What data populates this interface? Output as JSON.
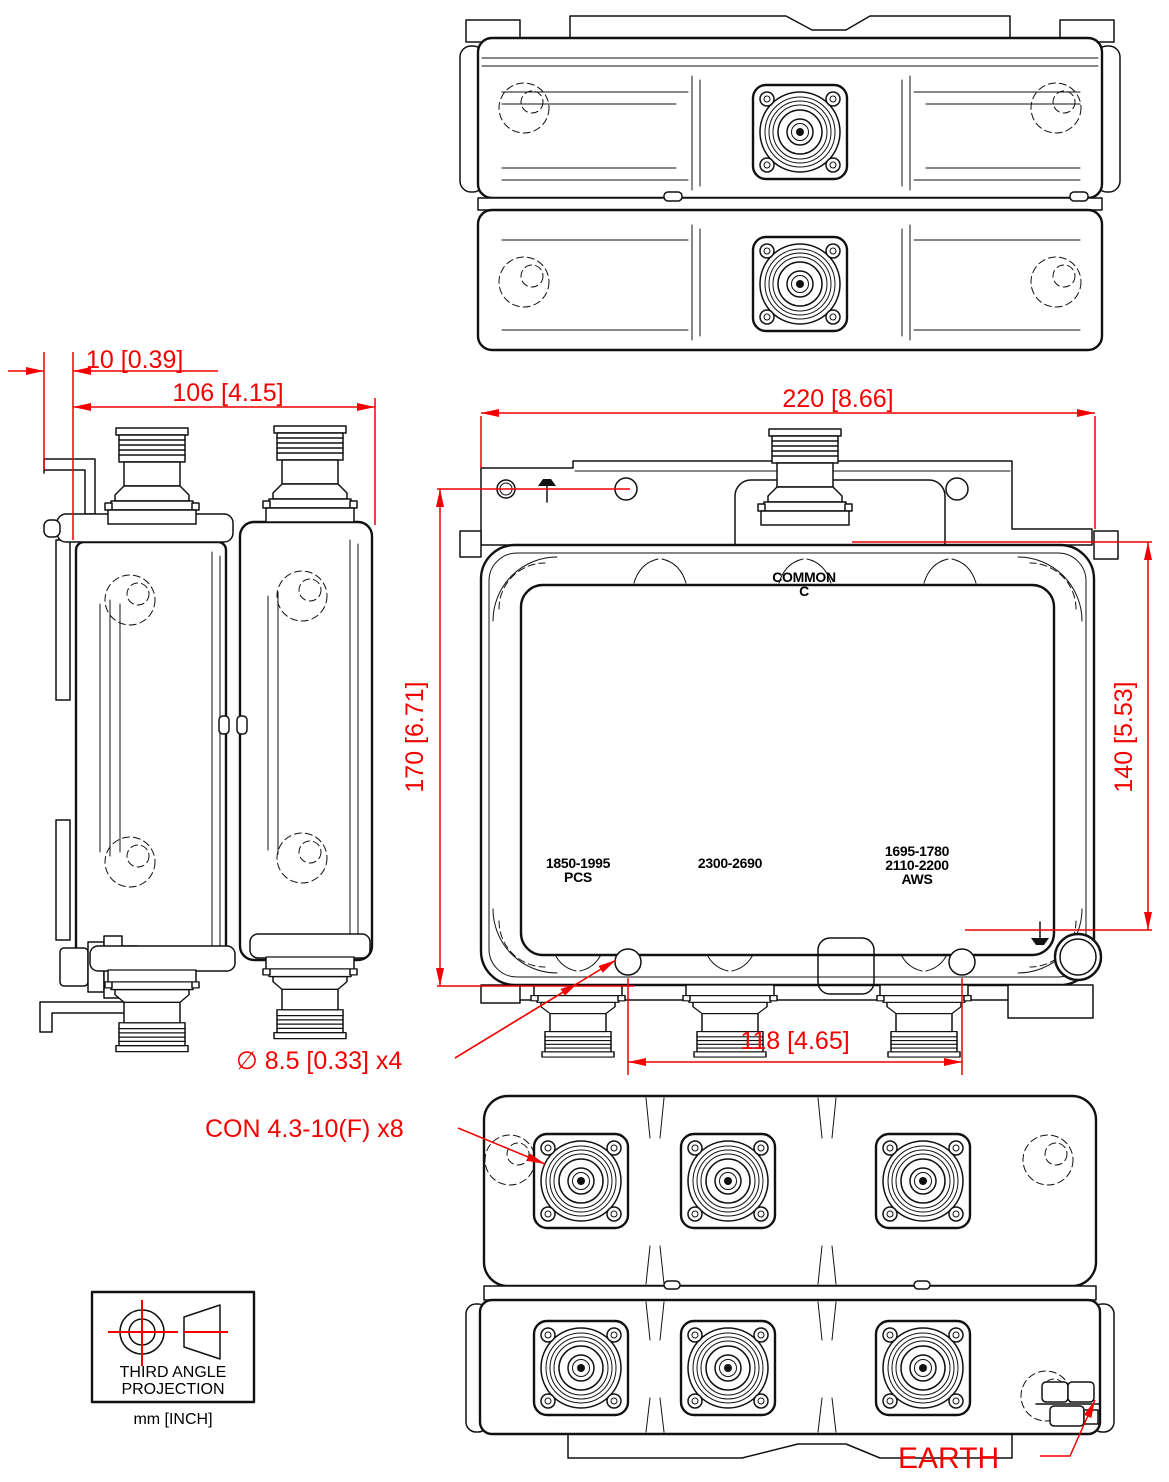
{
  "dimensions": {
    "bracket_offset": "10 [0.39]",
    "side_width": "106 [4.15]",
    "overall_width": "220 [8.66]",
    "overall_height": "170 [6.71]",
    "body_height": "140 [5.53]",
    "hole_spacing": "118 [4.65]",
    "hole_callout": "∅ 8.5 [0.33]  x4",
    "connector_callout": "CON 4.3-10(F) x8",
    "earth": "EARTH"
  },
  "labels": {
    "common": [
      "COMMON",
      "C"
    ],
    "pcs": [
      "1850-1995",
      "PCS"
    ],
    "mid": [
      "2300-2690"
    ],
    "aws": [
      "1695-1780",
      "2110-2200",
      "AWS"
    ]
  },
  "projection": {
    "line1": "THIRD ANGLE",
    "line2": "PROJECTION",
    "units": "mm [INCH]"
  },
  "colors": {
    "dimension_red": "#f40000",
    "line_black": "#111111",
    "background": "#ffffff"
  }
}
